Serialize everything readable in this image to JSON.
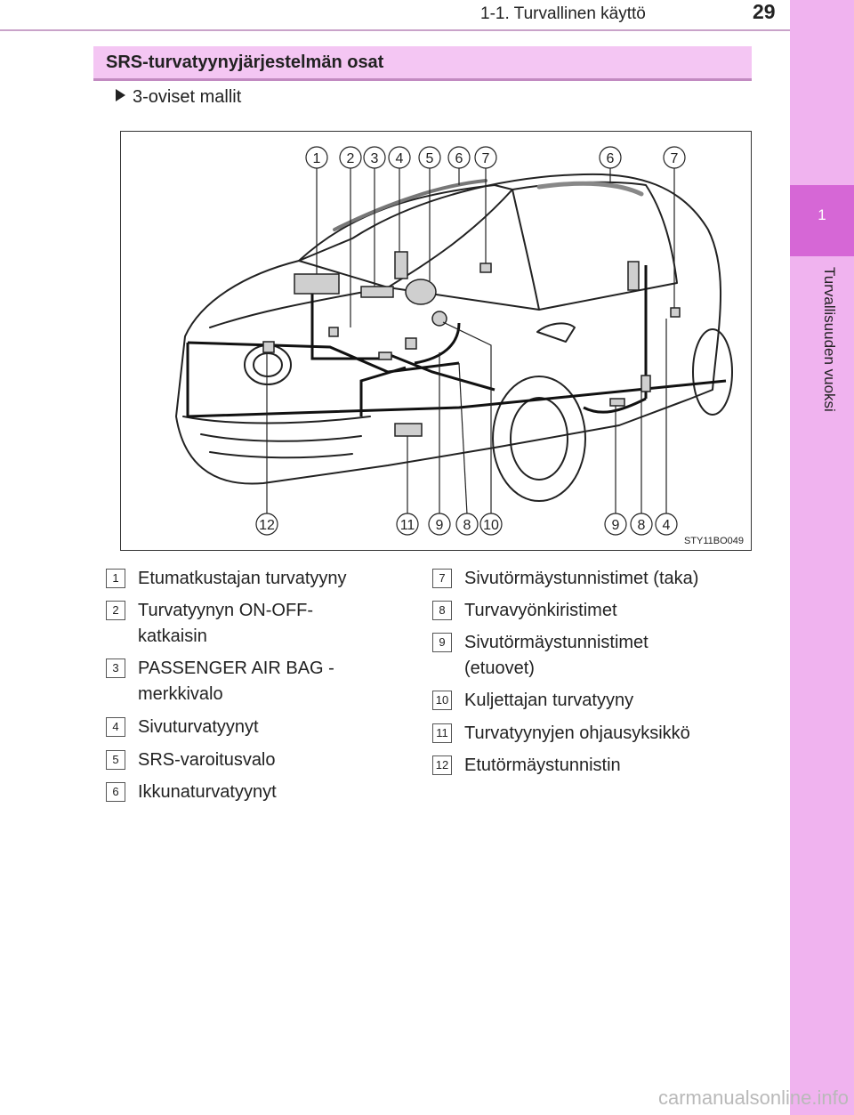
{
  "header": {
    "section": "1-1. Turvallinen käyttö",
    "page": "29"
  },
  "side_tab": {
    "chapter_number": "1",
    "chapter_title": "Turvallisuuden vuoksi"
  },
  "banner": {
    "title": "SRS-turvatyynyjärjestelmän osat"
  },
  "model": {
    "label": "3-oviset mallit"
  },
  "figure": {
    "code": "STY11BO049",
    "top_callouts": [
      "1",
      "2",
      "3",
      "4",
      "5",
      "6",
      "7",
      "6",
      "7"
    ],
    "bottom_callouts": [
      "12",
      "11",
      "9",
      "8",
      "10",
      "9",
      "8",
      "4"
    ]
  },
  "legend_left": [
    {
      "num": "1",
      "text": "Etumatkustajan turvatyyny"
    },
    {
      "num": "2",
      "text": "Turvatyynyn ON-OFF-katkaisin"
    },
    {
      "num": "3",
      "text": "PASSENGER AIR BAG -merkkivalo"
    },
    {
      "num": "4",
      "text": "Sivuturvatyynyt"
    },
    {
      "num": "5",
      "text": "SRS-varoitusvalo"
    },
    {
      "num": "6",
      "text": "Ikkunaturvatyynyt"
    }
  ],
  "legend_right": [
    {
      "num": "7",
      "text": "Sivutörmäystunnistimet (taka)"
    },
    {
      "num": "8",
      "text": "Turvavyönkiristimet"
    },
    {
      "num": "9",
      "text": "Sivutörmäystunnistimet (etuovet)"
    },
    {
      "num": "10",
      "text": "Kuljettajan turvatyyny"
    },
    {
      "num": "11",
      "text": "Turvatyynyjen ohjausyksikkö"
    },
    {
      "num": "12",
      "text": "Etutörmäystunnistin"
    }
  ],
  "watermark": "carmanualsonline.info"
}
